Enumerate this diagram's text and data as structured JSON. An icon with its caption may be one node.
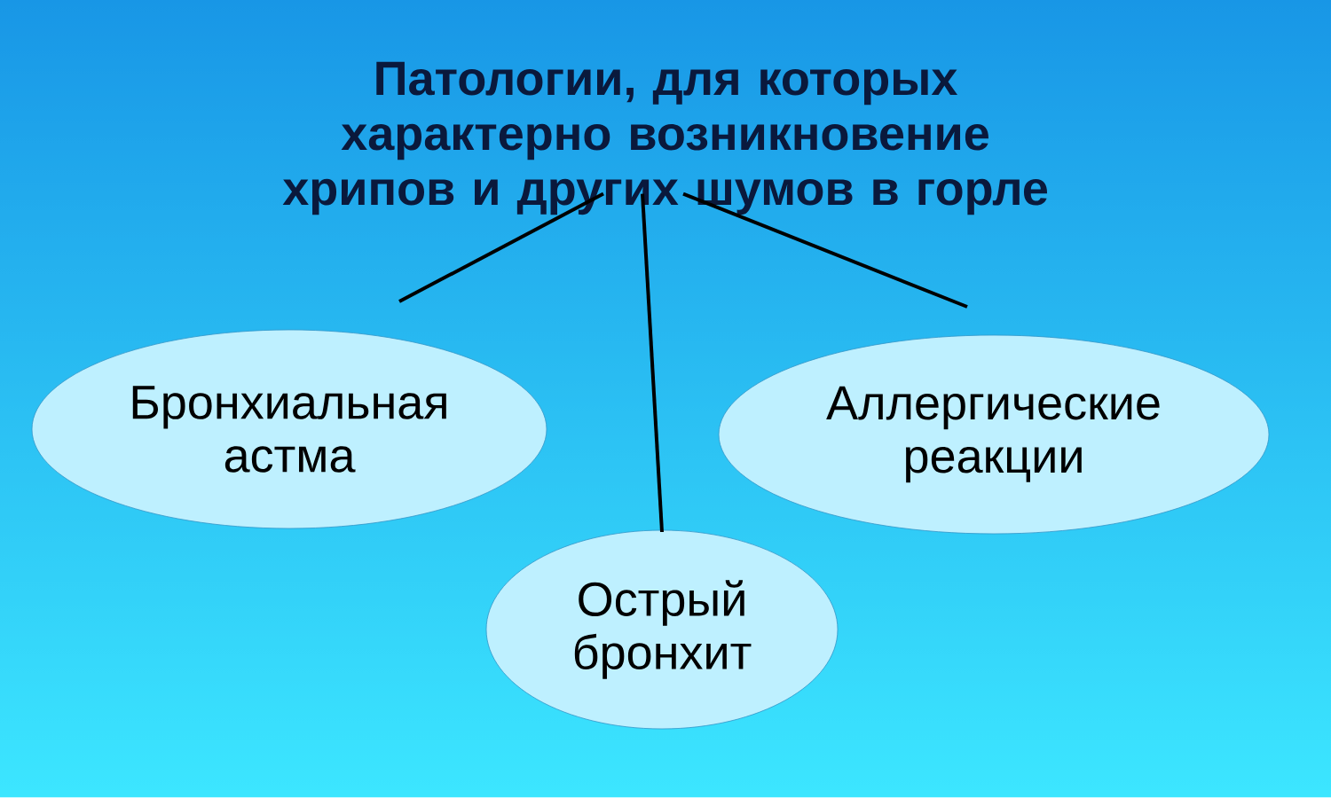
{
  "diagram": {
    "nodes": [
      {
        "text": [
          "Патологии, для которых характерно возникновение хрипов и других шумов в горле"
        ]
      },
      {
        "text": [
          "Бронхиальная астма"
        ]
      },
      {
        "text": [
          "Острый бронхит"
        ]
      },
      {
        "text": [
          "Аллергические реакции"
        ]
      }
    ],
    "edges": [
      {
        "from": 0,
        "to": 1,
        "arrow": "none"
      },
      {
        "from": 0,
        "to": 2,
        "arrow": "none"
      },
      {
        "from": 0,
        "to": 3,
        "arrow": "none"
      }
    ]
  }
}
